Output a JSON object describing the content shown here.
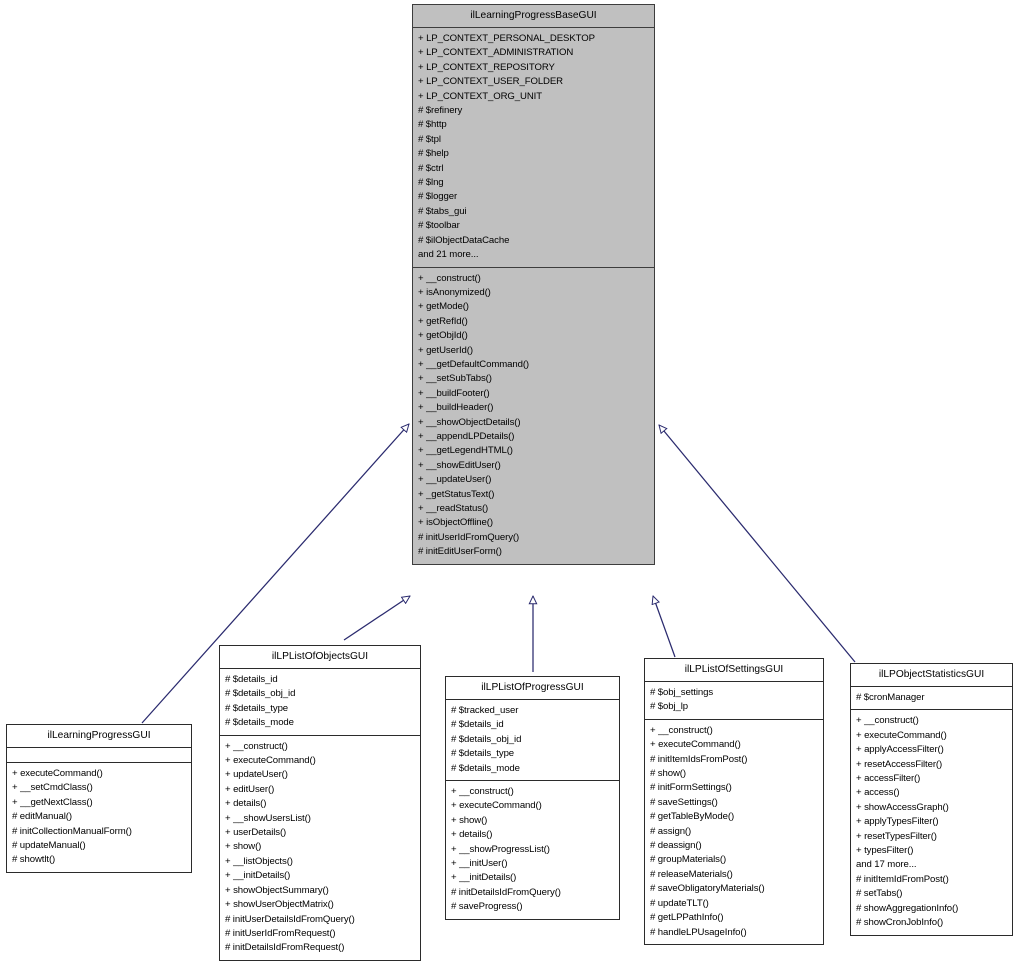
{
  "diagram": {
    "type": "uml-class-inheritance",
    "title": "ilLearningProgressBaseGUI inheritance diagram",
    "edge_color": "#2a2a6e",
    "base_fill_color": "#c0c0c0",
    "subclass_fill_color": "#ffffff",
    "border_color": "#2b2b2b",
    "background_color": "#ffffff"
  },
  "classes": {
    "base": {
      "name": "ilLearningProgressBaseGUI",
      "attributes": [
        "+ LP_CONTEXT_PERSONAL_DESKTOP",
        "+ LP_CONTEXT_ADMINISTRATION",
        "+ LP_CONTEXT_REPOSITORY",
        "+ LP_CONTEXT_USER_FOLDER",
        "+ LP_CONTEXT_ORG_UNIT",
        "# $refinery",
        "# $http",
        "# $tpl",
        "# $help",
        "# $ctrl",
        "# $lng",
        "# $logger",
        "# $tabs_gui",
        "# $toolbar",
        "# $ilObjectDataCache",
        "and 21 more..."
      ],
      "methods": [
        "+ __construct()",
        "+ isAnonymized()",
        "+ getMode()",
        "+ getRefId()",
        "+ getObjId()",
        "+ getUserId()",
        "+ __getDefaultCommand()",
        "+ __setSubTabs()",
        "+ __buildFooter()",
        "+ __buildHeader()",
        "+ __showObjectDetails()",
        "+ __appendLPDetails()",
        "+ __getLegendHTML()",
        "+ __showEditUser()",
        "+ __updateUser()",
        "+ _getStatusText()",
        "+ __readStatus()",
        "+ isObjectOffline()",
        "# initUserIdFromQuery()",
        "# initEditUserForm()"
      ]
    },
    "learning_progress": {
      "name": "ilLearningProgressGUI",
      "attributes": [],
      "methods": [
        "+ executeCommand()",
        "+ __setCmdClass()",
        "+ __getNextClass()",
        "# editManual()",
        "# initCollectionManualForm()",
        "# updateManual()",
        "# showtlt()"
      ]
    },
    "list_of_objects": {
      "name": "ilLPListOfObjectsGUI",
      "attributes": [
        "# $details_id",
        "# $details_obj_id",
        "# $details_type",
        "# $details_mode"
      ],
      "methods": [
        "+ __construct()",
        "+ executeCommand()",
        "+ updateUser()",
        "+ editUser()",
        "+ details()",
        "+ __showUsersList()",
        "+ userDetails()",
        "+ show()",
        "+ __listObjects()",
        "+ __initDetails()",
        "+ showObjectSummary()",
        "+ showUserObjectMatrix()",
        "# initUserDetailsIdFromQuery()",
        "# initUserIdFromRequest()",
        "# initDetailsIdFromRequest()"
      ]
    },
    "list_of_progress": {
      "name": "ilLPListOfProgressGUI",
      "attributes": [
        "# $tracked_user",
        "# $details_id",
        "# $details_obj_id",
        "# $details_type",
        "# $details_mode"
      ],
      "methods": [
        "+ __construct()",
        "+ executeCommand()",
        "+ show()",
        "+ details()",
        "+ __showProgressList()",
        "+ __initUser()",
        "+ __initDetails()",
        "# initDetailsIdFromQuery()",
        "# saveProgress()"
      ]
    },
    "list_of_settings": {
      "name": "ilLPListOfSettingsGUI",
      "attributes": [
        "# $obj_settings",
        "# $obj_lp"
      ],
      "methods": [
        "+ __construct()",
        "+ executeCommand()",
        "# initItemIdsFromPost()",
        "# show()",
        "# initFormSettings()",
        "# saveSettings()",
        "# getTableByMode()",
        "# assign()",
        "# deassign()",
        "# groupMaterials()",
        "# releaseMaterials()",
        "# saveObligatoryMaterials()",
        "# updateTLT()",
        "# getLPPathInfo()",
        "# handleLPUsageInfo()"
      ]
    },
    "object_statistics": {
      "name": "ilLPObjectStatisticsGUI",
      "attributes": [
        "# $cronManager"
      ],
      "methods": [
        "+ __construct()",
        "+ executeCommand()",
        "+ applyAccessFilter()",
        "+ resetAccessFilter()",
        "+ accessFilter()",
        "+ access()",
        "+ showAccessGraph()",
        "+ applyTypesFilter()",
        "+ resetTypesFilter()",
        "+ typesFilter()",
        "and 17 more...",
        "# initItemIdFromPost()",
        "# setTabs()",
        "# showAggregationInfo()",
        "# showCronJobInfo()"
      ]
    }
  }
}
